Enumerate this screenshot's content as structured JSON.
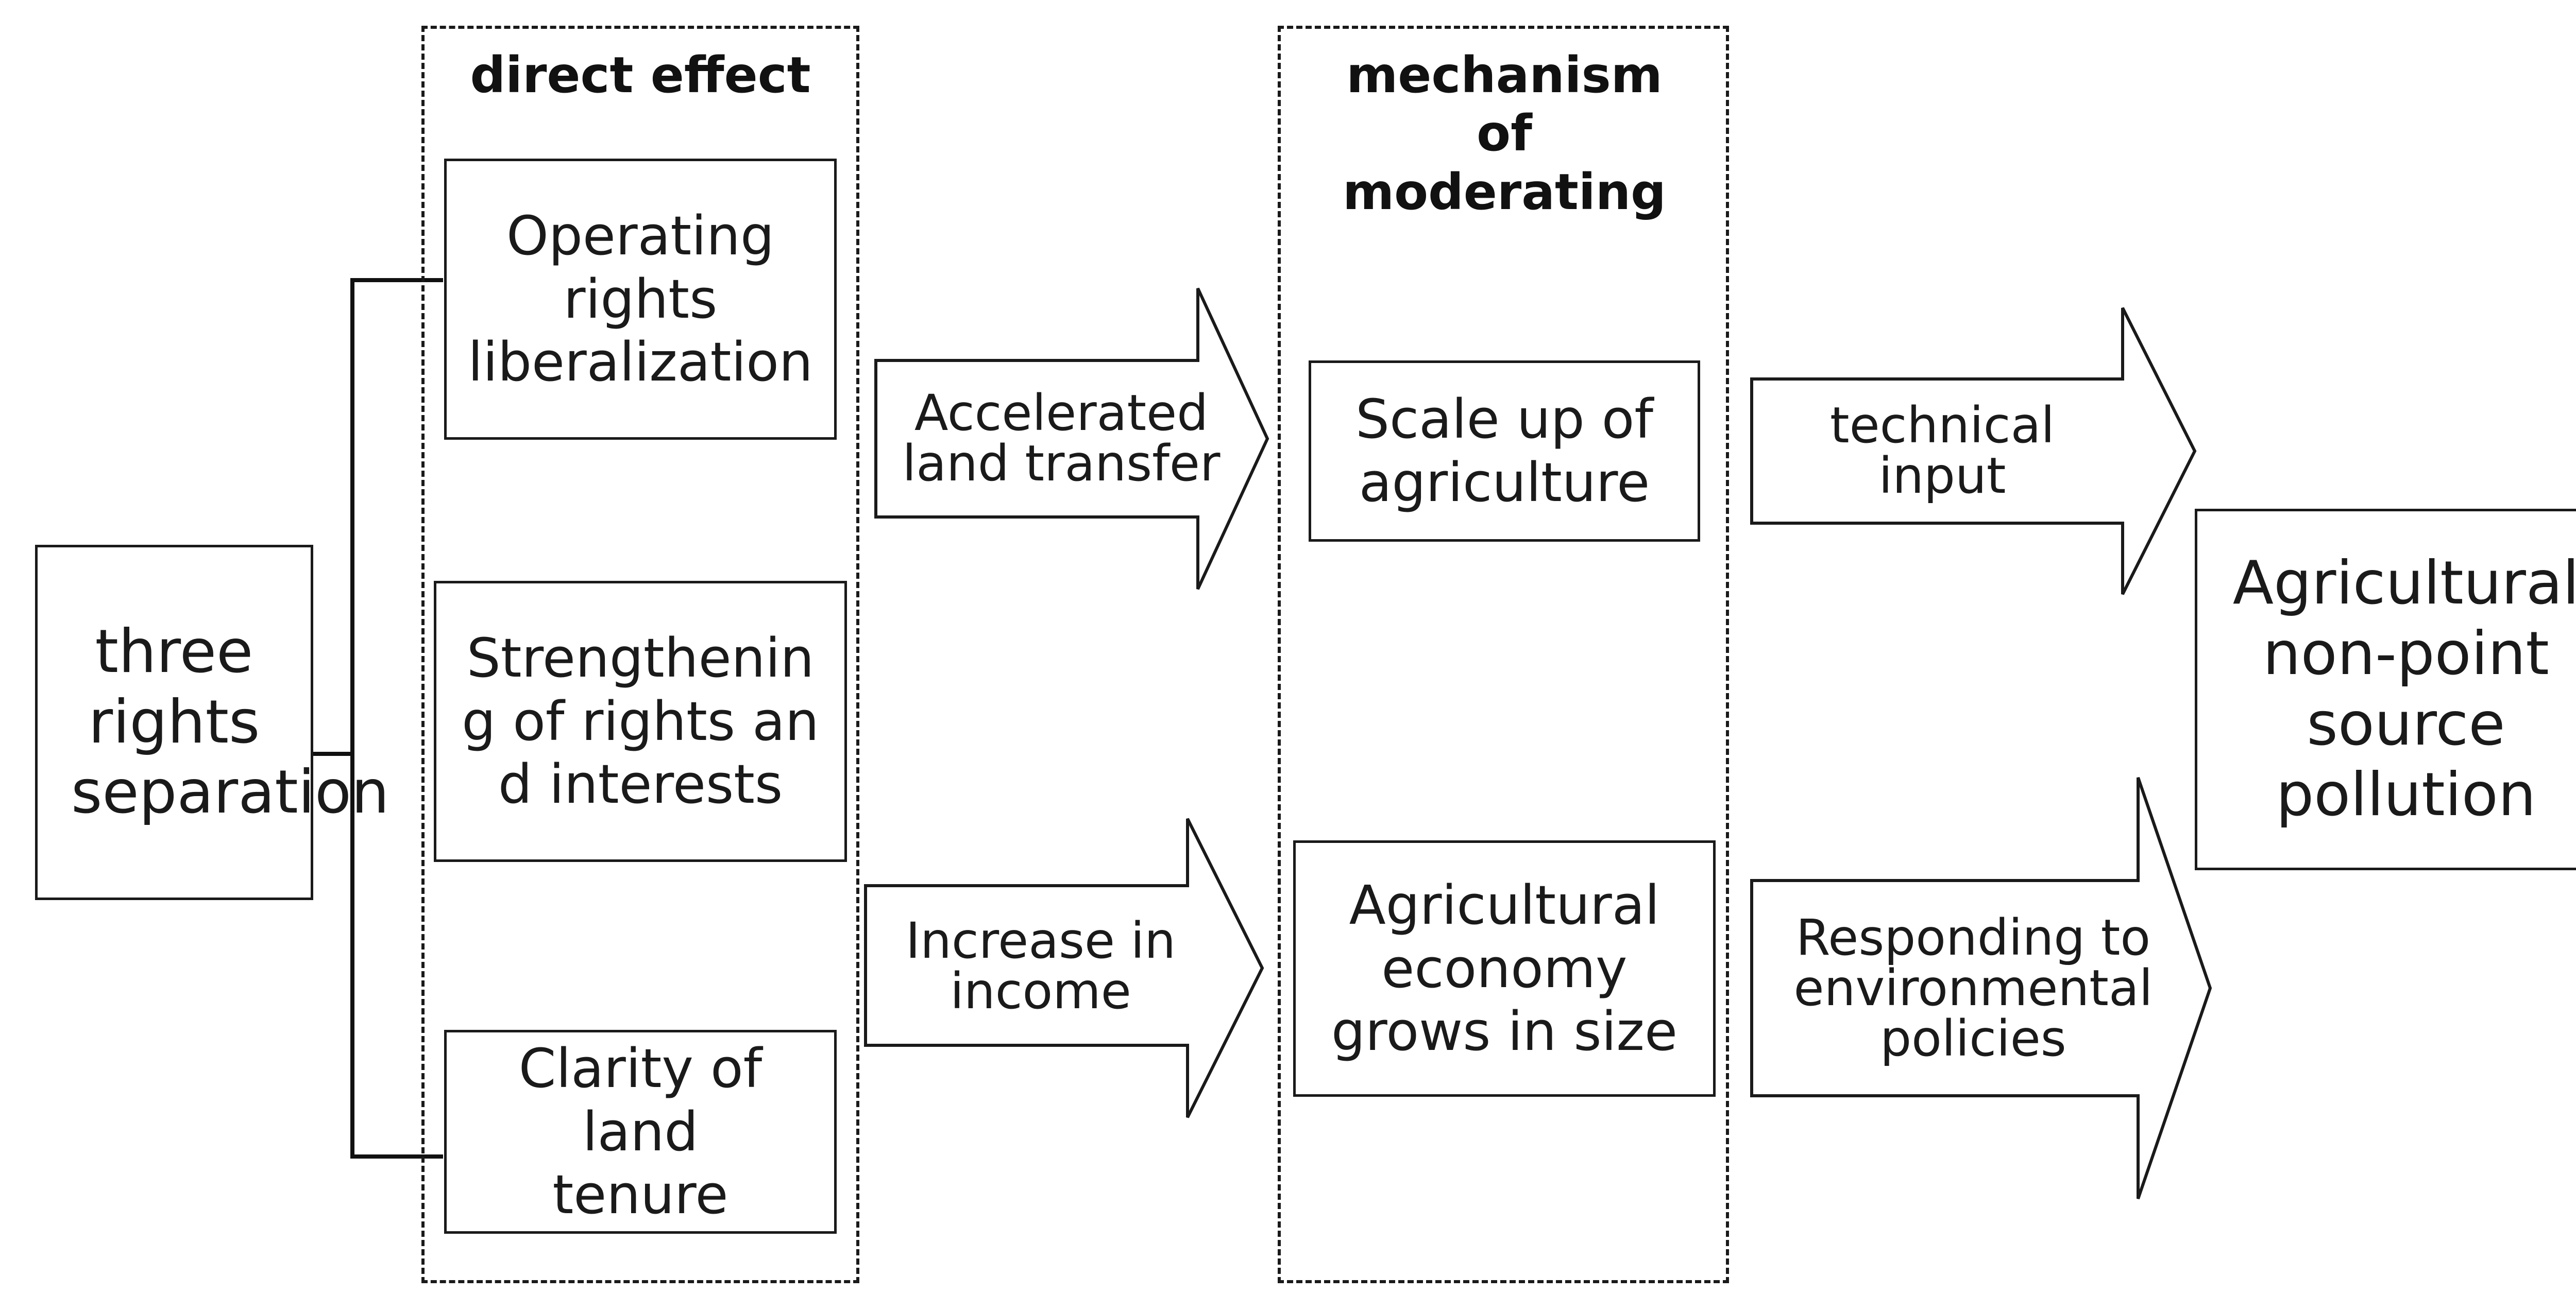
{
  "left": {
    "source_label": "three rights separation"
  },
  "direct_effect": {
    "heading": "direct effect",
    "items": [
      "Operating rights liberalization",
      "Strengthening of rights and interests",
      "Clarity of land tenure"
    ]
  },
  "paths": {
    "arrow_top": "Accelerated land transfer",
    "arrow_bottom": "Increase in income"
  },
  "moderating": {
    "heading": "mechanism of moderating",
    "items": [
      "Scale up of agriculture",
      "Agricultural economy grows in size"
    ]
  },
  "channels": {
    "arrow_top": "technical input",
    "arrow_bottom": "Responding to environmental policies"
  },
  "outcome": {
    "label": "Agricultural non-point source pollution"
  },
  "colors": {
    "stroke": "#1a1a1a",
    "fill": "#ffffff",
    "background": "#ffffff"
  }
}
